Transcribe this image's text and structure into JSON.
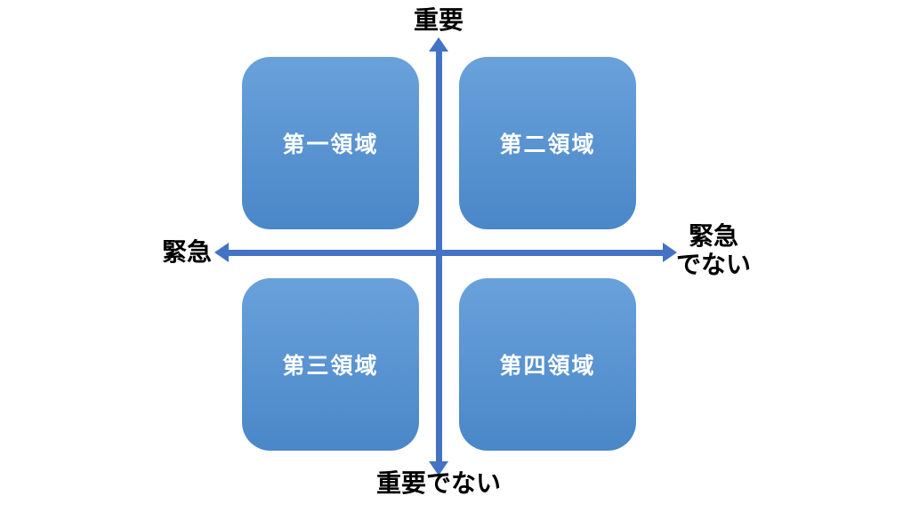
{
  "diagram": {
    "axes": {
      "top_label": "重要",
      "bottom_label": "重要でない",
      "left_label": "緊急",
      "right_label_line1": "緊急",
      "right_label_line2": "でない"
    },
    "quadrants": [
      {
        "label": "第一領域"
      },
      {
        "label": "第二領域"
      },
      {
        "label": "第三領域"
      },
      {
        "label": "第四領域"
      }
    ]
  },
  "colors": {
    "axis": "#4472C4",
    "box-top": "#69A1DB",
    "box-bottom": "#4A87C8",
    "box-text": "#FFFFFF",
    "label-text": "#000000",
    "background": "#FFFFFF"
  }
}
